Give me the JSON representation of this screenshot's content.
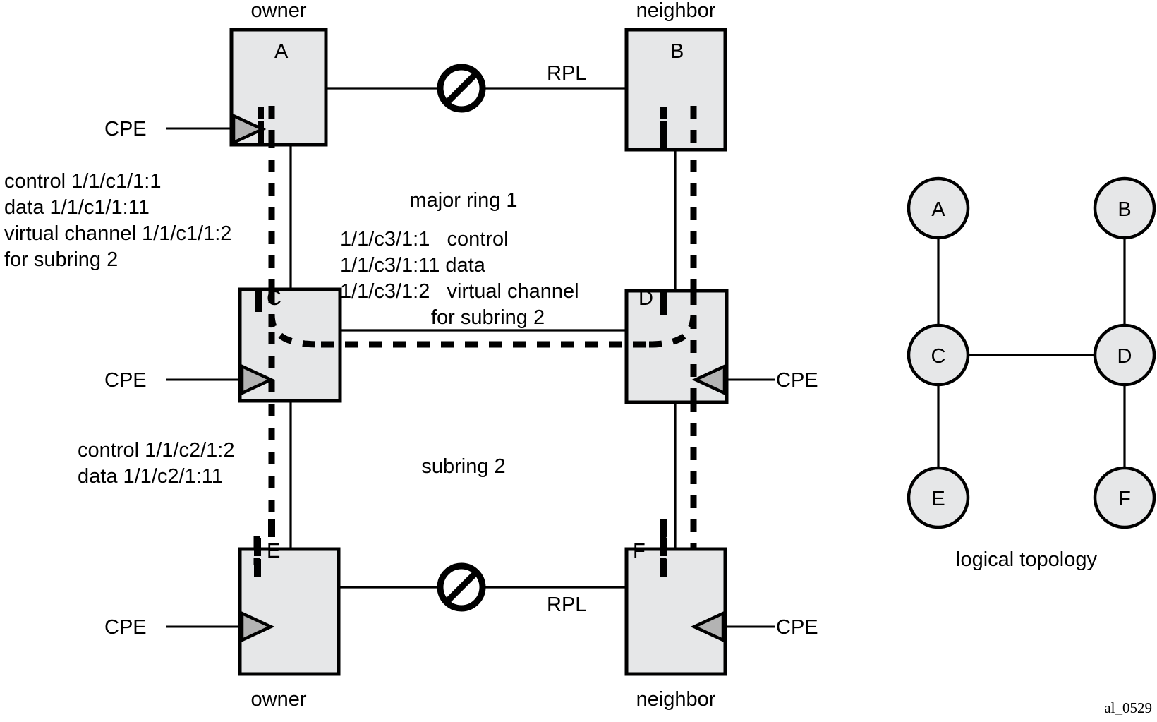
{
  "figure": {
    "id_label": "al_0529",
    "physical": {
      "ring_label": "major ring 1",
      "subring_label": "subring 2",
      "rpl_label_top": "RPL",
      "rpl_label_bottom": "RPL",
      "owner_top": "owner",
      "neighbor_top": "neighbor",
      "owner_bottom": "owner",
      "neighbor_bottom": "neighbor",
      "nodes": [
        {
          "id": "A",
          "label": "A"
        },
        {
          "id": "B",
          "label": "B"
        },
        {
          "id": "C",
          "label": "C"
        },
        {
          "id": "D",
          "label": "D"
        },
        {
          "id": "E",
          "label": "E"
        },
        {
          "id": "F",
          "label": "F"
        }
      ],
      "cpe_labels": [
        "CPE",
        "CPE",
        "CPE",
        "CPE",
        "CPE"
      ],
      "left_annotation": [
        "control 1/1/c1/1:1",
        "data 1/1/c1/1:11",
        "virtual channel 1/1/c1/1:2",
        "for subring 2"
      ],
      "center_annotation": [
        "1/1/c3/1:1   control",
        "1/1/c3/1:11 data",
        "1/1/c3/1:2   virtual channel",
        "                for subring 2"
      ],
      "lower_left_annotation": [
        "control 1/1/c2/1:2",
        "data 1/1/c2/1:11"
      ]
    },
    "logical": {
      "caption": "logical topology",
      "nodes": [
        {
          "id": "A",
          "label": "A"
        },
        {
          "id": "B",
          "label": "B"
        },
        {
          "id": "C",
          "label": "C"
        },
        {
          "id": "D",
          "label": "D"
        },
        {
          "id": "E",
          "label": "E"
        },
        {
          "id": "F",
          "label": "F"
        }
      ],
      "edges": [
        {
          "from": "A",
          "to": "C"
        },
        {
          "from": "C",
          "to": "E"
        },
        {
          "from": "C",
          "to": "D"
        },
        {
          "from": "B",
          "to": "D"
        },
        {
          "from": "D",
          "to": "F"
        }
      ]
    },
    "colors": {
      "node_fill": "#e6e7e8",
      "stroke": "#000000",
      "arrow_fill": "#b3b3b3",
      "background": "#ffffff"
    }
  }
}
